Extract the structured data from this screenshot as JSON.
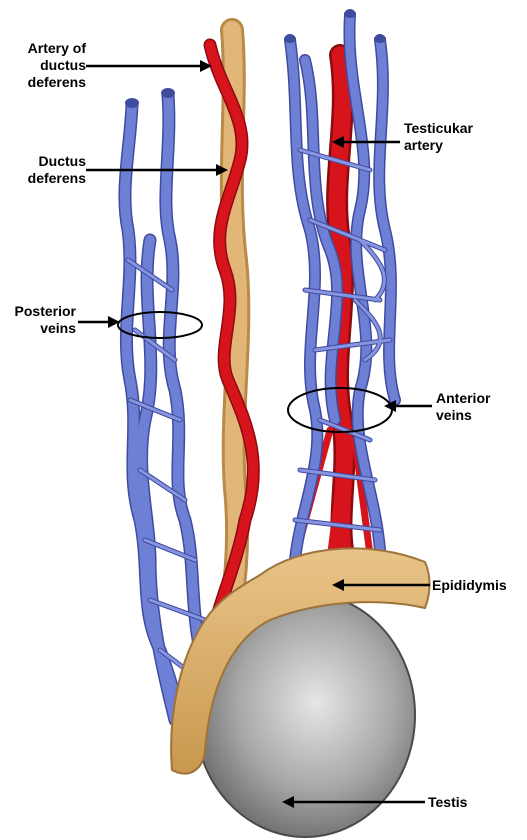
{
  "labels": {
    "artery_ductus": "Artery of\nductus\ndeferens",
    "ductus_deferens": "Ductus\ndeferens",
    "posterior_veins": "Posterior\nveins",
    "testicular_artery": "Testicukar\nartery",
    "anterior_veins": "Anterior\nveins",
    "epididymis": "Epididymis",
    "testis": "Testis"
  },
  "colors": {
    "vein": "#6e7fd6",
    "vein_dark": "#3f4c9e",
    "artery": "#d7141c",
    "artery_dark": "#8c0a10",
    "ductus": "#e2b676",
    "ductus_dark": "#b98a48",
    "testis": "#9a9a9a",
    "testis_light": "#cfcfcf"
  }
}
